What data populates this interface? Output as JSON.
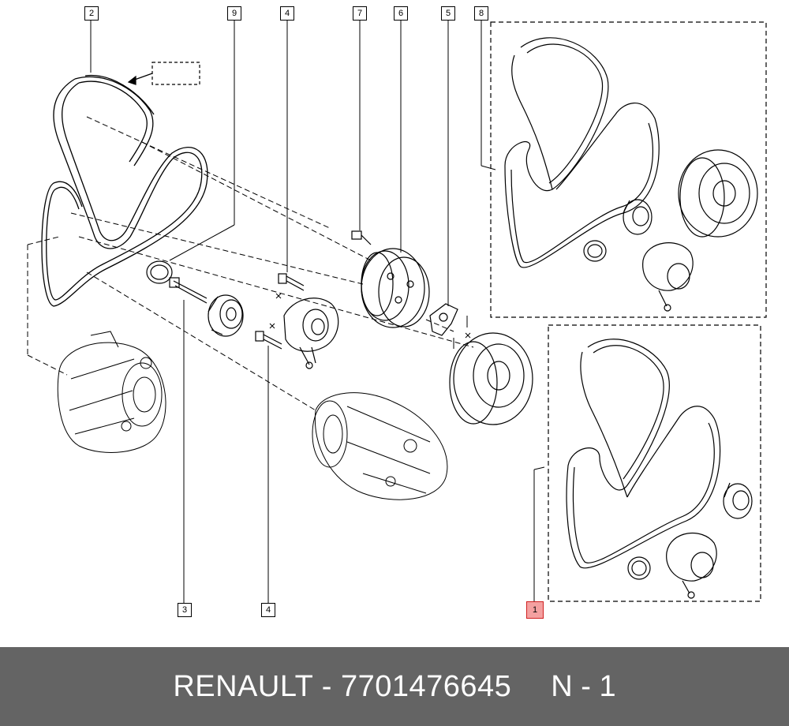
{
  "diagram": {
    "callouts": [
      {
        "id": "callout-2",
        "label": "2"
      },
      {
        "id": "callout-9",
        "label": "9"
      },
      {
        "id": "callout-4-top",
        "label": "4"
      },
      {
        "id": "callout-7",
        "label": "7"
      },
      {
        "id": "callout-6",
        "label": "6"
      },
      {
        "id": "callout-5",
        "label": "5"
      },
      {
        "id": "callout-8",
        "label": "8"
      },
      {
        "id": "callout-3",
        "label": "3"
      },
      {
        "id": "callout-4-bottom",
        "label": "4"
      },
      {
        "id": "callout-1",
        "label": "1"
      }
    ],
    "highlight_color": "#f4a0a0"
  },
  "footer": {
    "title": "RENAULT - 7701476645",
    "ref": "N - 1",
    "background": "#646464"
  }
}
